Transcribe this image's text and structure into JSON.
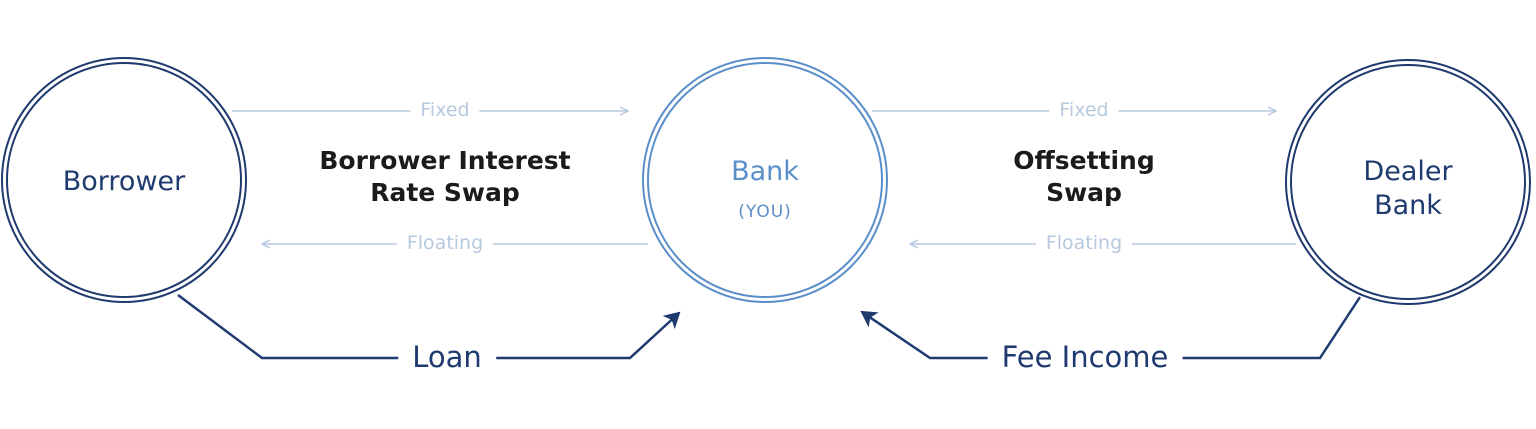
{
  "nodes": {
    "borrower": {
      "label": "Borrower"
    },
    "bank": {
      "label": "Bank",
      "sublabel": "(YOU)"
    },
    "dealer": {
      "label_line1": "Dealer",
      "label_line2": "Bank"
    }
  },
  "swaps": {
    "left": {
      "line1": "Borrower Interest",
      "line2": "Rate Swap",
      "fixed_label": "Fixed",
      "floating_label": "Floating"
    },
    "right": {
      "line1": "Offsetting",
      "line2": "Swap",
      "fixed_label": "Fixed",
      "floating_label": "Floating"
    }
  },
  "bottom": {
    "loan_label": "Loan",
    "fee_label": "Fee Income"
  },
  "colors": {
    "navy": "#1f3a6e",
    "bank_blue": "#5b8fc9",
    "flow_light": "#b7c9df",
    "title_text": "#1b1b1b"
  }
}
